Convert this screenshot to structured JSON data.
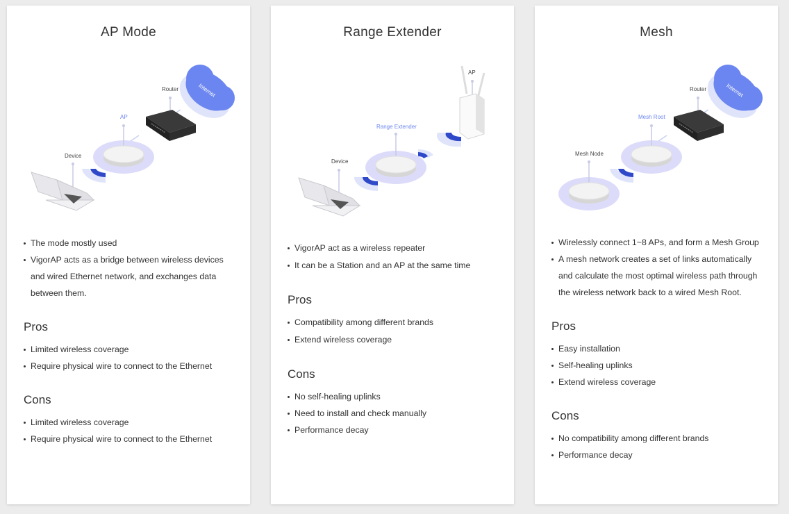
{
  "cards": [
    {
      "title": "AP Mode",
      "labels": {
        "router": "Router",
        "ap": "AP",
        "device": "Device",
        "internet": "Internet"
      },
      "desc": [
        "The mode mostly used",
        "VigorAP acts as a bridge between wireless devices",
        "and wired Ethernet network, and exchanges data",
        "between them."
      ],
      "pros_title": "Pros",
      "pros": [
        "Limited wireless coverage",
        "Require physical wire to connect to the Ethernet"
      ],
      "cons_title": "Cons",
      "cons": [
        "Limited wireless coverage",
        "Require physical wire to connect to the Ethernet"
      ]
    },
    {
      "title": "Range Extender",
      "labels": {
        "ap": "AP",
        "extender": "Range Extender",
        "device": "Device"
      },
      "desc": [
        "VigorAP act as a wireless repeater",
        "It can be a Station and an AP at the same time"
      ],
      "pros_title": "Pros",
      "pros": [
        "Compatibility among different brands",
        "Extend wireless coverage"
      ],
      "cons_title": "Cons",
      "cons": [
        "No self-healing uplinks",
        "Need to install and check manually",
        "Performance decay"
      ]
    },
    {
      "title": "Mesh",
      "labels": {
        "router": "Router",
        "root": "Mesh Root",
        "node": "Mesh Node",
        "internet": "Internet"
      },
      "desc": [
        "Wirelessly connect 1~8 APs, and form a Mesh Group",
        "A mesh network creates a set of links automatically",
        "and calculate the most optimal wireless path through",
        "the wireless network back to a wired Mesh Root."
      ],
      "pros_title": "Pros",
      "pros": [
        "Easy installation",
        "Self-healing uplinks",
        "Extend wireless coverage"
      ],
      "cons_title": "Cons",
      "cons": [
        "No compatibility among different brands",
        "Performance decay"
      ]
    }
  ],
  "colors": {
    "accent": "#6b86f0",
    "dark_blue": "#2f49c9",
    "halo": "#dcdcfa",
    "label_blue": "#6b86f0"
  }
}
